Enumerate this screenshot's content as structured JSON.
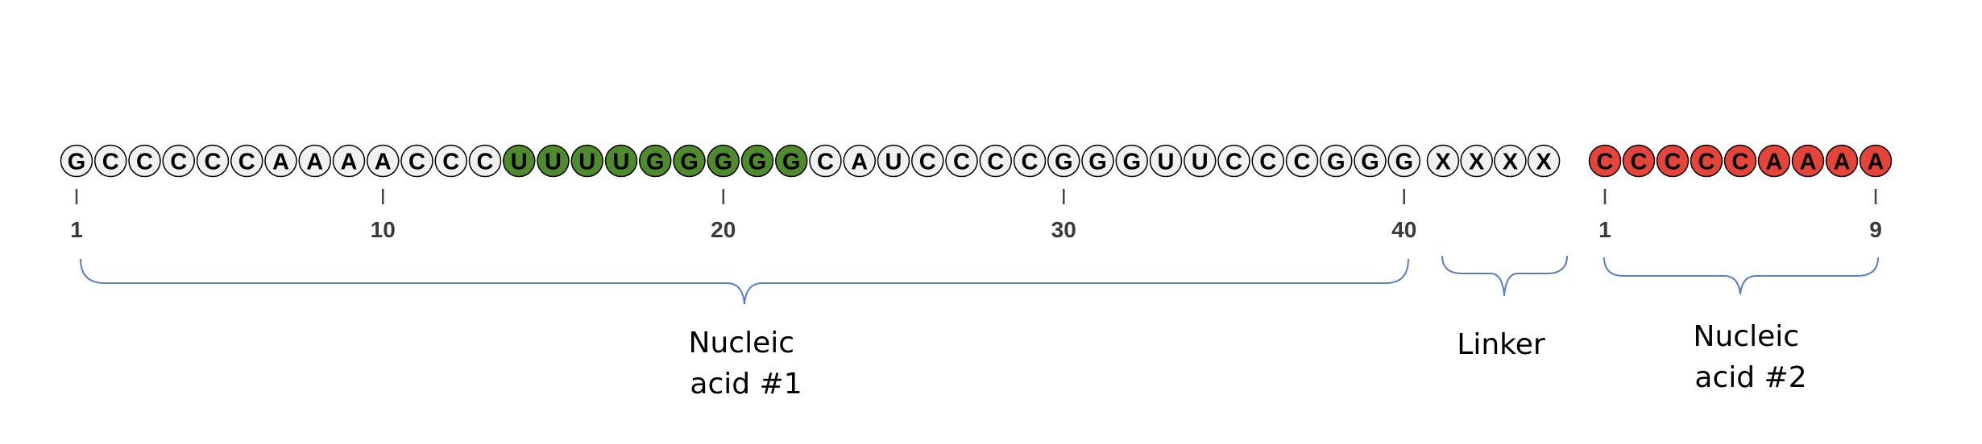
{
  "colors": {
    "default_fill": "#f1f1f1",
    "green_fill": "#4f8a2d",
    "red_fill": "#e5443b",
    "outline": "#000000",
    "tick": "#444444",
    "brace": "#5b7fc4"
  },
  "nucleic_acid_1": {
    "sequence": [
      "G",
      "C",
      "C",
      "C",
      "C",
      "C",
      "A",
      "A",
      "A",
      "A",
      "C",
      "C",
      "C",
      "U",
      "U",
      "U",
      "U",
      "G",
      "G",
      "G",
      "G",
      "G",
      "C",
      "A",
      "U",
      "C",
      "C",
      "C",
      "C",
      "G",
      "G",
      "G",
      "U",
      "U",
      "C",
      "C",
      "C",
      "G",
      "G",
      "G"
    ],
    "highlight_green": [
      14,
      15,
      16,
      17,
      18,
      19,
      20,
      21,
      22
    ],
    "ticks": [
      "1",
      "10",
      "20",
      "30",
      "40"
    ],
    "label_line1": "Nucleic",
    "label_line2": "acid #1"
  },
  "linker": {
    "sequence": [
      "X",
      "X",
      "X",
      "X"
    ],
    "label": "Linker"
  },
  "nucleic_acid_2": {
    "sequence": [
      "C",
      "C",
      "C",
      "C",
      "C",
      "A",
      "A",
      "A",
      "A"
    ],
    "ticks": [
      "1",
      "9"
    ],
    "label_line1": "Nucleic",
    "label_line2": "acid #2"
  }
}
